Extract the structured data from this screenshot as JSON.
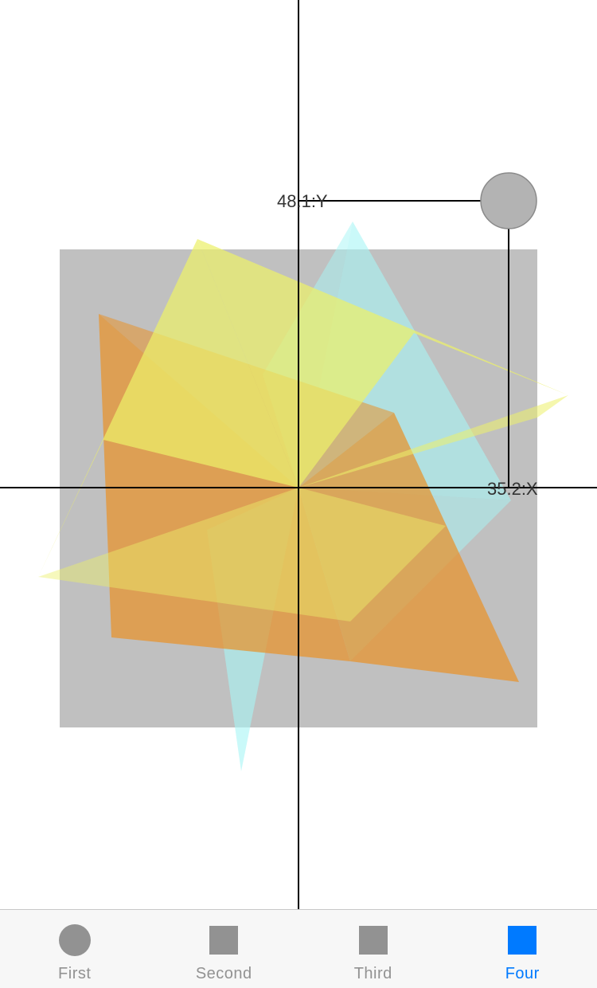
{
  "plot": {
    "x_readout": "35.2:X",
    "y_readout": "48.1:Y",
    "handle_color": "#b3b3b3",
    "backdrop_color": "#c0c0c0",
    "shape_colors": {
      "cyan": "#a6f5f5",
      "yellow": "#ecf06a",
      "orange": "#e8922a"
    }
  },
  "tabbar": {
    "active_color": "#007aff",
    "inactive_color": "#929292",
    "tabs": [
      {
        "label": "First",
        "icon": "circle-icon",
        "active": false
      },
      {
        "label": "Second",
        "icon": "square-icon",
        "active": false
      },
      {
        "label": "Third",
        "icon": "square-icon",
        "active": false
      },
      {
        "label": "Four",
        "icon": "square-icon",
        "active": true
      }
    ]
  }
}
